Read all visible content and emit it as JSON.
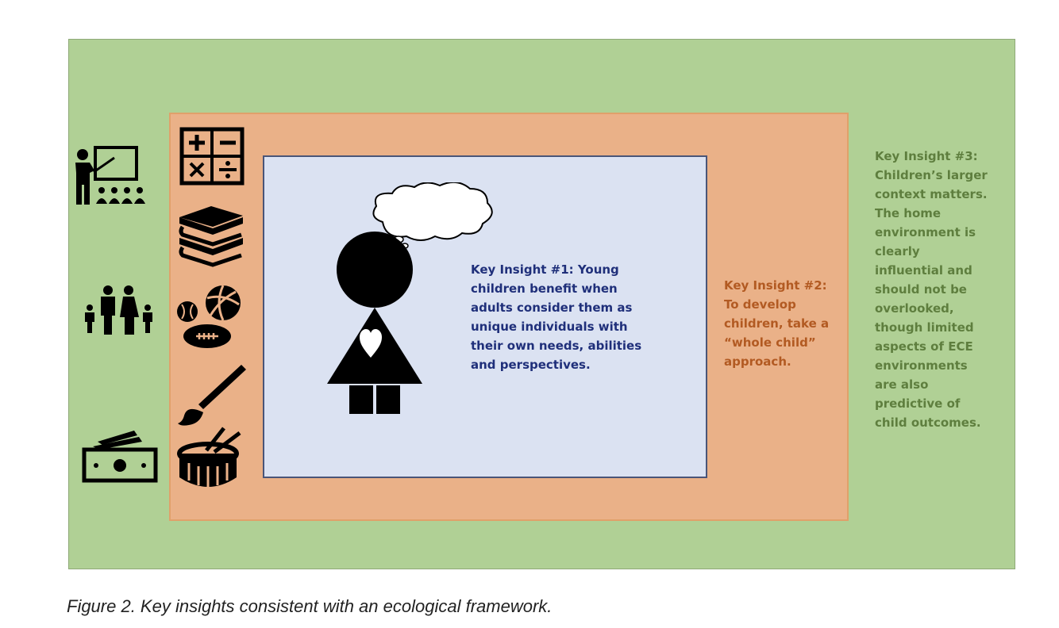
{
  "colors": {
    "outer_background": "#b0d095",
    "middle_background": "#eab188",
    "inner_background": "#dbe2f2",
    "insight1_text": "#1f2f7a",
    "insight2_text": "#b25a22",
    "insight3_text": "#5e7e3e"
  },
  "insights": {
    "insight1": "Key Insight #1: Young\nchildren benefit when\nadults consider them as\nunique individuals with\ntheir own needs, abilities\nand perspectives.",
    "insight2": "Key Insight #2:\nTo develop\nchildren, take a\n“whole child”\napproach.",
    "insight3": "Key Insight #3:\nChildren’s larger\ncontext matters.\nThe home\nenvironment is\nclearly\ninfluential and\nshould not be\noverlooked,\nthough limited\naspects of ECE\nenvironments\nare also\npredictive of\nchild outcomes."
  },
  "left_icons": [
    "teacher-classroom-icon",
    "family-icon",
    "money-icon"
  ],
  "domain_icons": [
    "math-operations-icon",
    "books-icon",
    "sports-balls-icon",
    "paintbrush-icon",
    "drum-icon"
  ],
  "center_icons": [
    "child-figure-icon",
    "thought-cloud-icon",
    "heart-icon"
  ],
  "caption": "Figure 2. Key insights consistent with an ecological framework."
}
